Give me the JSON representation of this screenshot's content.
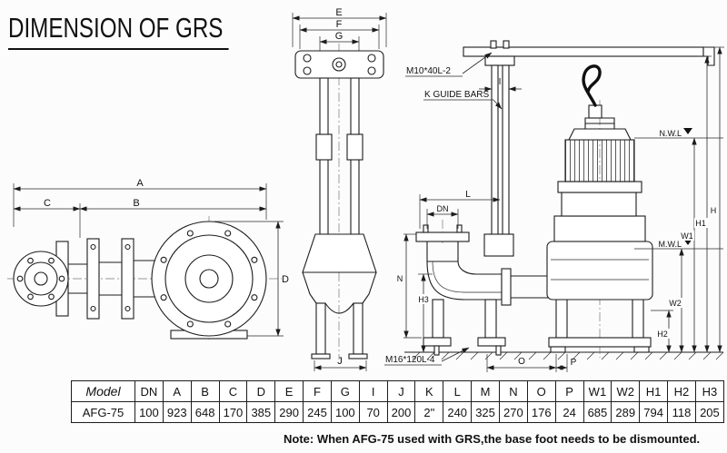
{
  "page": {
    "title": "DIMENSION OF GRS",
    "note": "Note: When AFG-75 used with GRS,the base foot needs to be dismounted."
  },
  "labels": {
    "A": "A",
    "B": "B",
    "C": "C",
    "D": "D",
    "E": "E",
    "F": "F",
    "G": "G",
    "I": "I",
    "J": "J",
    "L": "L",
    "N": "N",
    "O": "O",
    "P": "P",
    "DN": "DN",
    "H": "H",
    "H1": "H1",
    "H2": "H2",
    "H3": "H3",
    "W1": "W1",
    "W2": "W2",
    "m10_callout": "M10*40L-2",
    "guide_bars_callout": "K GUIDE BARS",
    "m16_callout": "M16*120L-4",
    "nwl": "N.W.L",
    "mwl": "M.W.L"
  },
  "table": {
    "headers": [
      "Model",
      "DN",
      "A",
      "B",
      "C",
      "D",
      "E",
      "F",
      "G",
      "I",
      "J",
      "K",
      "L",
      "M",
      "N",
      "O",
      "P",
      "W1",
      "W2",
      "H1",
      "H2",
      "H3"
    ],
    "row": [
      "AFG-75",
      "100",
      "923",
      "648",
      "170",
      "385",
      "290",
      "245",
      "100",
      "70",
      "200",
      "2\"",
      "240",
      "325",
      "270",
      "176",
      "24",
      "685",
      "289",
      "794",
      "118",
      "205"
    ]
  }
}
